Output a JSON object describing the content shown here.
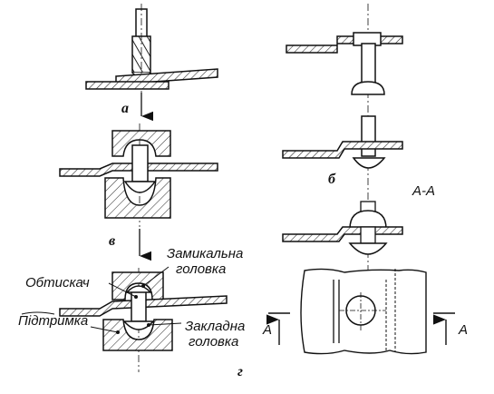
{
  "labels": {
    "stage_a": "а",
    "stage_b": "б",
    "stage_v": "в",
    "stage_g": "г",
    "section": "А-А",
    "zamykalna_line1": "Замикальна",
    "zamykalna_line2": "головка",
    "obtyskach": "Обтискач",
    "pidtrymka": "Підтримка",
    "zakladna_line1": "Закладна",
    "zakladna_line2": "головка",
    "cut_left": "А",
    "cut_right": "А"
  },
  "colors": {
    "ink": "#1a1a1a",
    "hatch": "#333333",
    "paper": "#ffffff"
  }
}
